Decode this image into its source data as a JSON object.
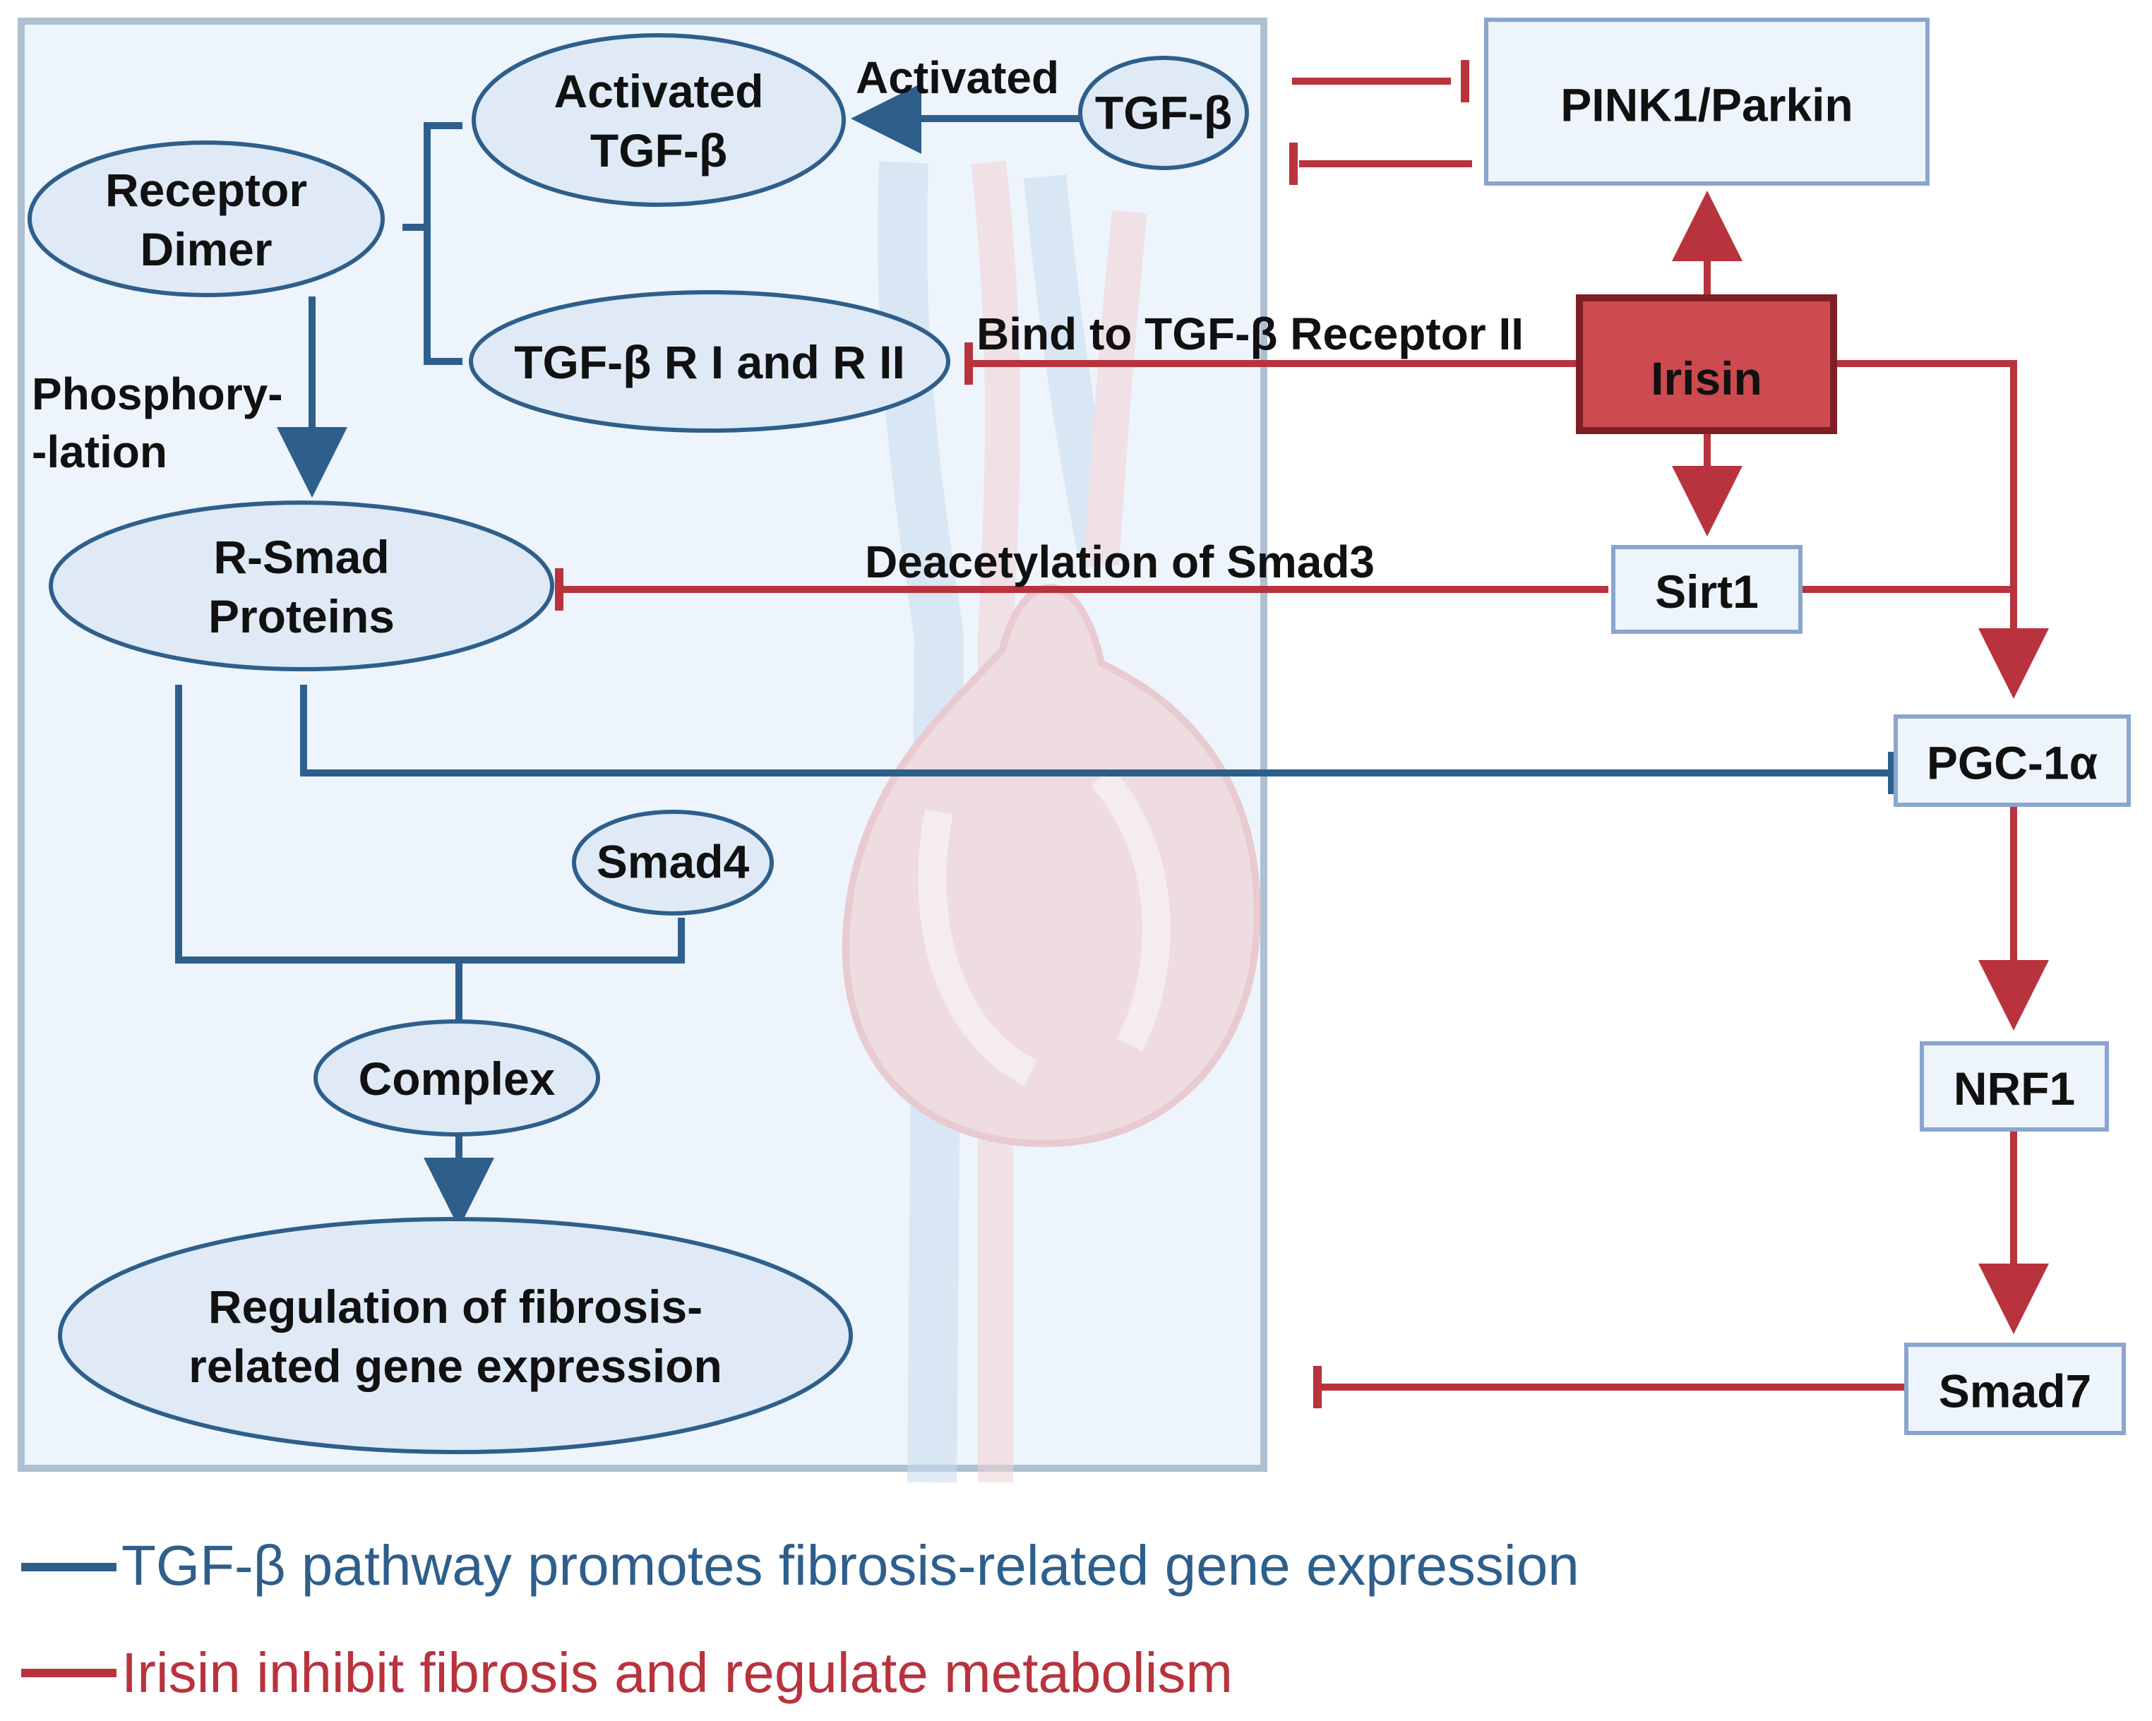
{
  "colors": {
    "blue": "#2e5f8c",
    "red": "#b8333d",
    "panel_fill": "#eef4fb",
    "panel_stroke": "#aebfd1",
    "node_fill": "#dfeaf6",
    "node_stroke": "#2e5f8c",
    "box_fill": "#eef4fb",
    "box_stroke": "#8aa6cf",
    "irisin_fill": "#cc4a50",
    "irisin_stroke": "#7e1f24",
    "text": "#111111"
  },
  "nodes": {
    "activated_tgfb": [
      "Activated",
      "TGF-β"
    ],
    "tgfb": [
      "TGF-β"
    ],
    "receptor_dimer": [
      "Receptor",
      "Dimer"
    ],
    "tgfb_receptors": [
      "TGF-β R I and R II"
    ],
    "r_smad": [
      "R-Smad",
      "Proteins"
    ],
    "smad4": [
      "Smad4"
    ],
    "complex": [
      "Complex"
    ],
    "regulation": [
      "Regulation of fibrosis-",
      "related gene expression"
    ],
    "pink1": "PINK1/Parkin",
    "irisin": "Irisin",
    "sirt1": "Sirt1",
    "pgc1a": "PGC-1α",
    "nrf1": "NRF1",
    "smad7": "Smad7"
  },
  "edge_labels": {
    "activated": "Activated",
    "phosphorylation": [
      "Phosphory-",
      "-lation"
    ],
    "bind_receptor": "Bind to TGF-β Receptor II",
    "deacetylation": "Deacetylation of Smad3"
  },
  "legend": {
    "blue": "TGF-β pathway promotes fibrosis-related gene expression",
    "red": "Irisin inhibit fibrosis and regulate metabolism"
  }
}
